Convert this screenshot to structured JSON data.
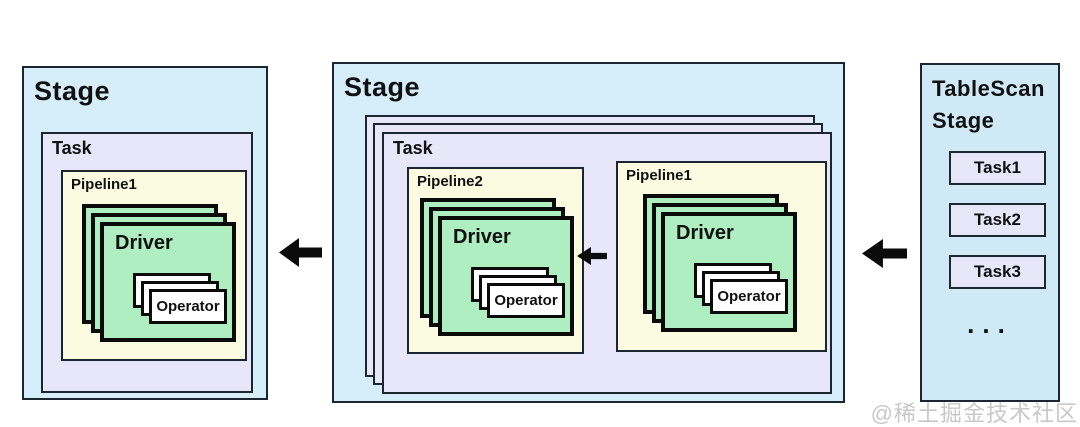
{
  "stages": {
    "left": {
      "title": "Stage",
      "task": {
        "title": "Task",
        "pipelines": [
          {
            "title": "Pipeline1",
            "driver_label": "Driver",
            "operator_label": "Operator"
          }
        ]
      }
    },
    "middle": {
      "title": "Stage",
      "task": {
        "title": "Task",
        "pipelines": [
          {
            "title": "Pipeline2",
            "driver_label": "Driver",
            "operator_label": "Operator"
          },
          {
            "title": "Pipeline1",
            "driver_label": "Driver",
            "operator_label": "Operator"
          }
        ]
      }
    },
    "right": {
      "title": "TableScan Stage",
      "tasks": [
        "Task1",
        "Task2",
        "Task3"
      ],
      "ellipsis": "..."
    }
  },
  "watermark": "@稀土掘金技术社区",
  "colors": {
    "stage_bg": "#d6edfa",
    "stage_right_bg": "#cfe9f7",
    "task_bg": "#e7e7f9",
    "pipeline_bg": "#fbfbe2",
    "driver_bg": "#aeeec1",
    "operator_bg": "#ffffff",
    "thin_border": "#1b2631",
    "thick_border": "#0b0b0b",
    "text": "#111111",
    "watermark": "#c8c8c8"
  }
}
